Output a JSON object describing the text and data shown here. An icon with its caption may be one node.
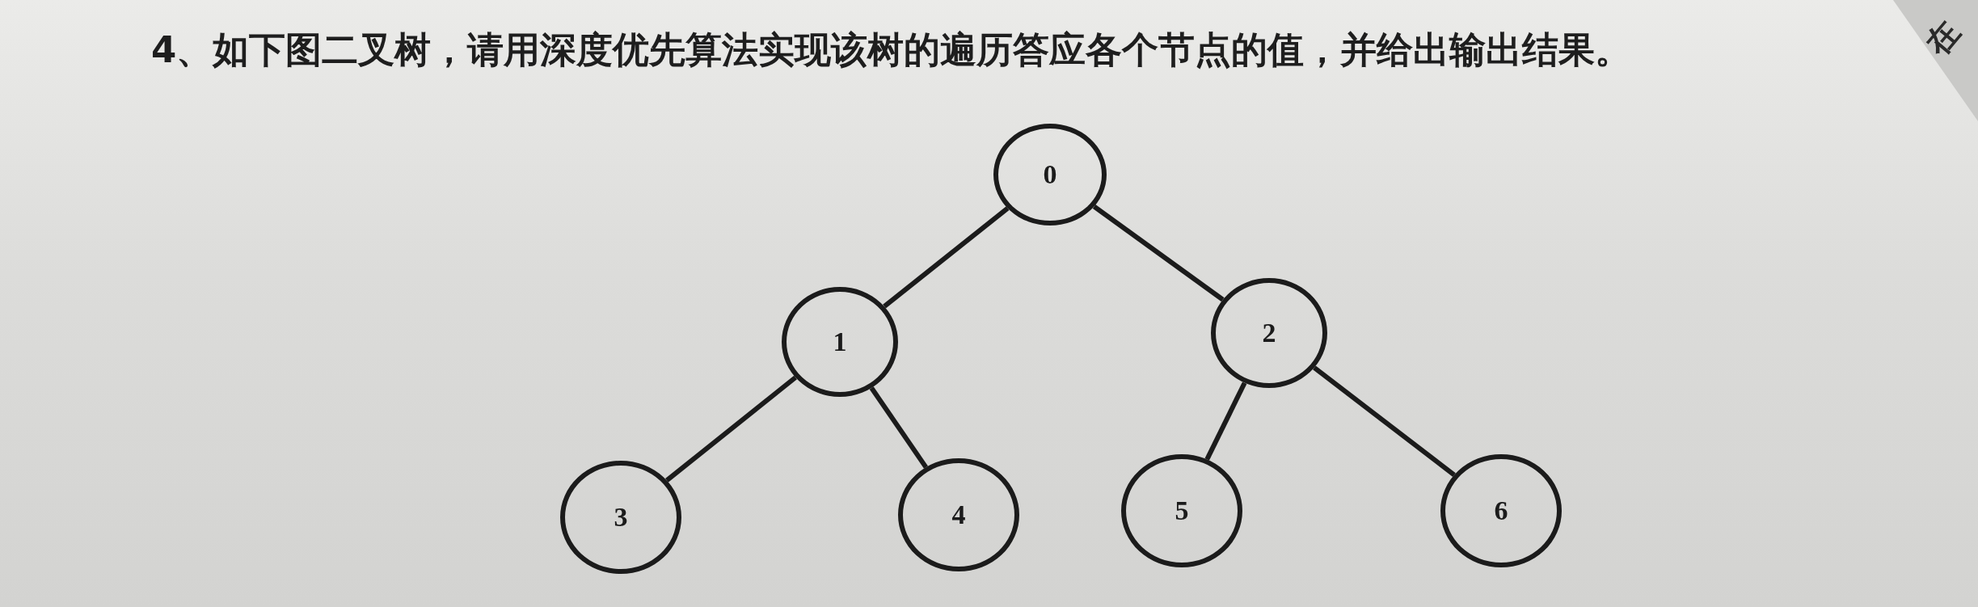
{
  "diagram": {
    "title": "4、如下图二叉树，请用深度优先算法实现该树的遍历答应各个节点的值，并给出输出结果。",
    "nodes": [
      {
        "text": [
          "0"
        ]
      },
      {
        "text": [
          "1"
        ]
      },
      {
        "text": [
          "2"
        ]
      },
      {
        "text": [
          "3"
        ]
      },
      {
        "text": [
          "4"
        ]
      },
      {
        "text": [
          "5"
        ]
      },
      {
        "text": [
          "6"
        ]
      }
    ],
    "edges": [
      {
        "from": 0,
        "to": 1,
        "arrow": "none"
      },
      {
        "from": 0,
        "to": 2,
        "arrow": "none"
      },
      {
        "from": 1,
        "to": 3,
        "arrow": "none"
      },
      {
        "from": 1,
        "to": 4,
        "arrow": "none"
      },
      {
        "from": 2,
        "to": 5,
        "arrow": "none"
      },
      {
        "from": 2,
        "to": 6,
        "arrow": "none"
      }
    ],
    "labels": [
      "在"
    ]
  }
}
